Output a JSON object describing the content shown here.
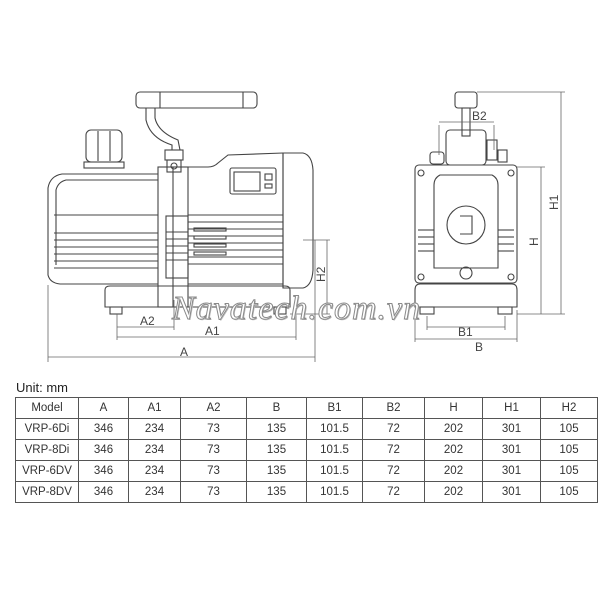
{
  "drawing": {
    "side_view_labels": {
      "A": "A",
      "A1": "A1",
      "A2": "A2",
      "H2": "H2"
    },
    "front_view_labels": {
      "B": "B",
      "B1": "B1",
      "B2": "B2",
      "H": "H",
      "H1": "H1"
    },
    "watermark": "Navatech.com.vn"
  },
  "unit_label": "Unit: mm",
  "table": {
    "headers": [
      "Model",
      "A",
      "A1",
      "A2",
      "B",
      "B1",
      "B2",
      "H",
      "H1",
      "H2"
    ],
    "rows": [
      [
        "VRP-6Di",
        "346",
        "234",
        "73",
        "135",
        "101.5",
        "72",
        "202",
        "301",
        "105"
      ],
      [
        "VRP-8Di",
        "346",
        "234",
        "73",
        "135",
        "101.5",
        "72",
        "202",
        "301",
        "105"
      ],
      [
        "VRP-6DV",
        "346",
        "234",
        "73",
        "135",
        "101.5",
        "72",
        "202",
        "301",
        "105"
      ],
      [
        "VRP-8DV",
        "346",
        "234",
        "73",
        "135",
        "101.5",
        "72",
        "202",
        "301",
        "105"
      ]
    ]
  }
}
